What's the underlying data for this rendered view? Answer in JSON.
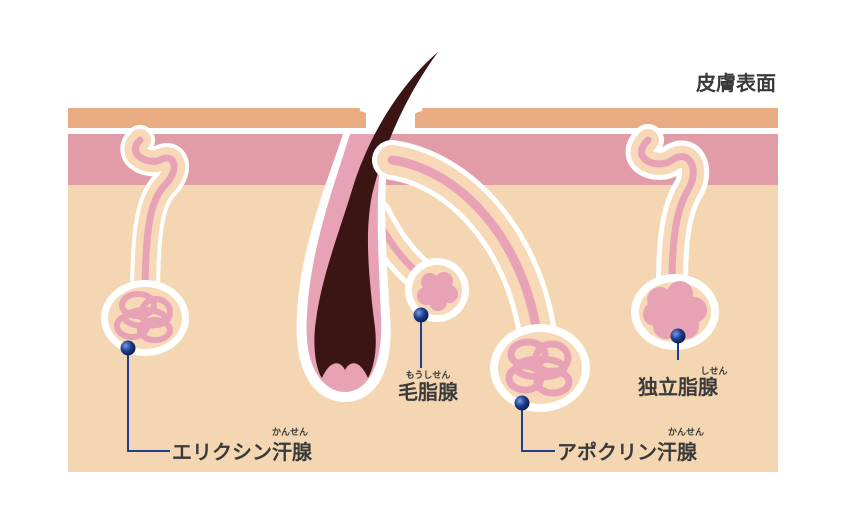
{
  "surface_label": "皮膚表面",
  "labels": {
    "eccrine": {
      "text": "エリクシン汗腺",
      "ruby": "かんせん"
    },
    "sebaceous": {
      "text": "毛脂腺",
      "ruby": "もうしせん"
    },
    "apocrine": {
      "text": "アポクリン汗腺",
      "ruby": "かんせん"
    },
    "free_sebaceous": {
      "text": "独立脂腺",
      "ruby": "しせん"
    }
  },
  "colors": {
    "epidermis_top": "#e8ab82",
    "dermis_pink": "#e29ca8",
    "subcutis": "#f4d7b2",
    "duct_pink": "#e8a2b6",
    "duct_light": "#f7d9b8",
    "hair": "#3b1414",
    "pointer": "#1d3f8f"
  }
}
